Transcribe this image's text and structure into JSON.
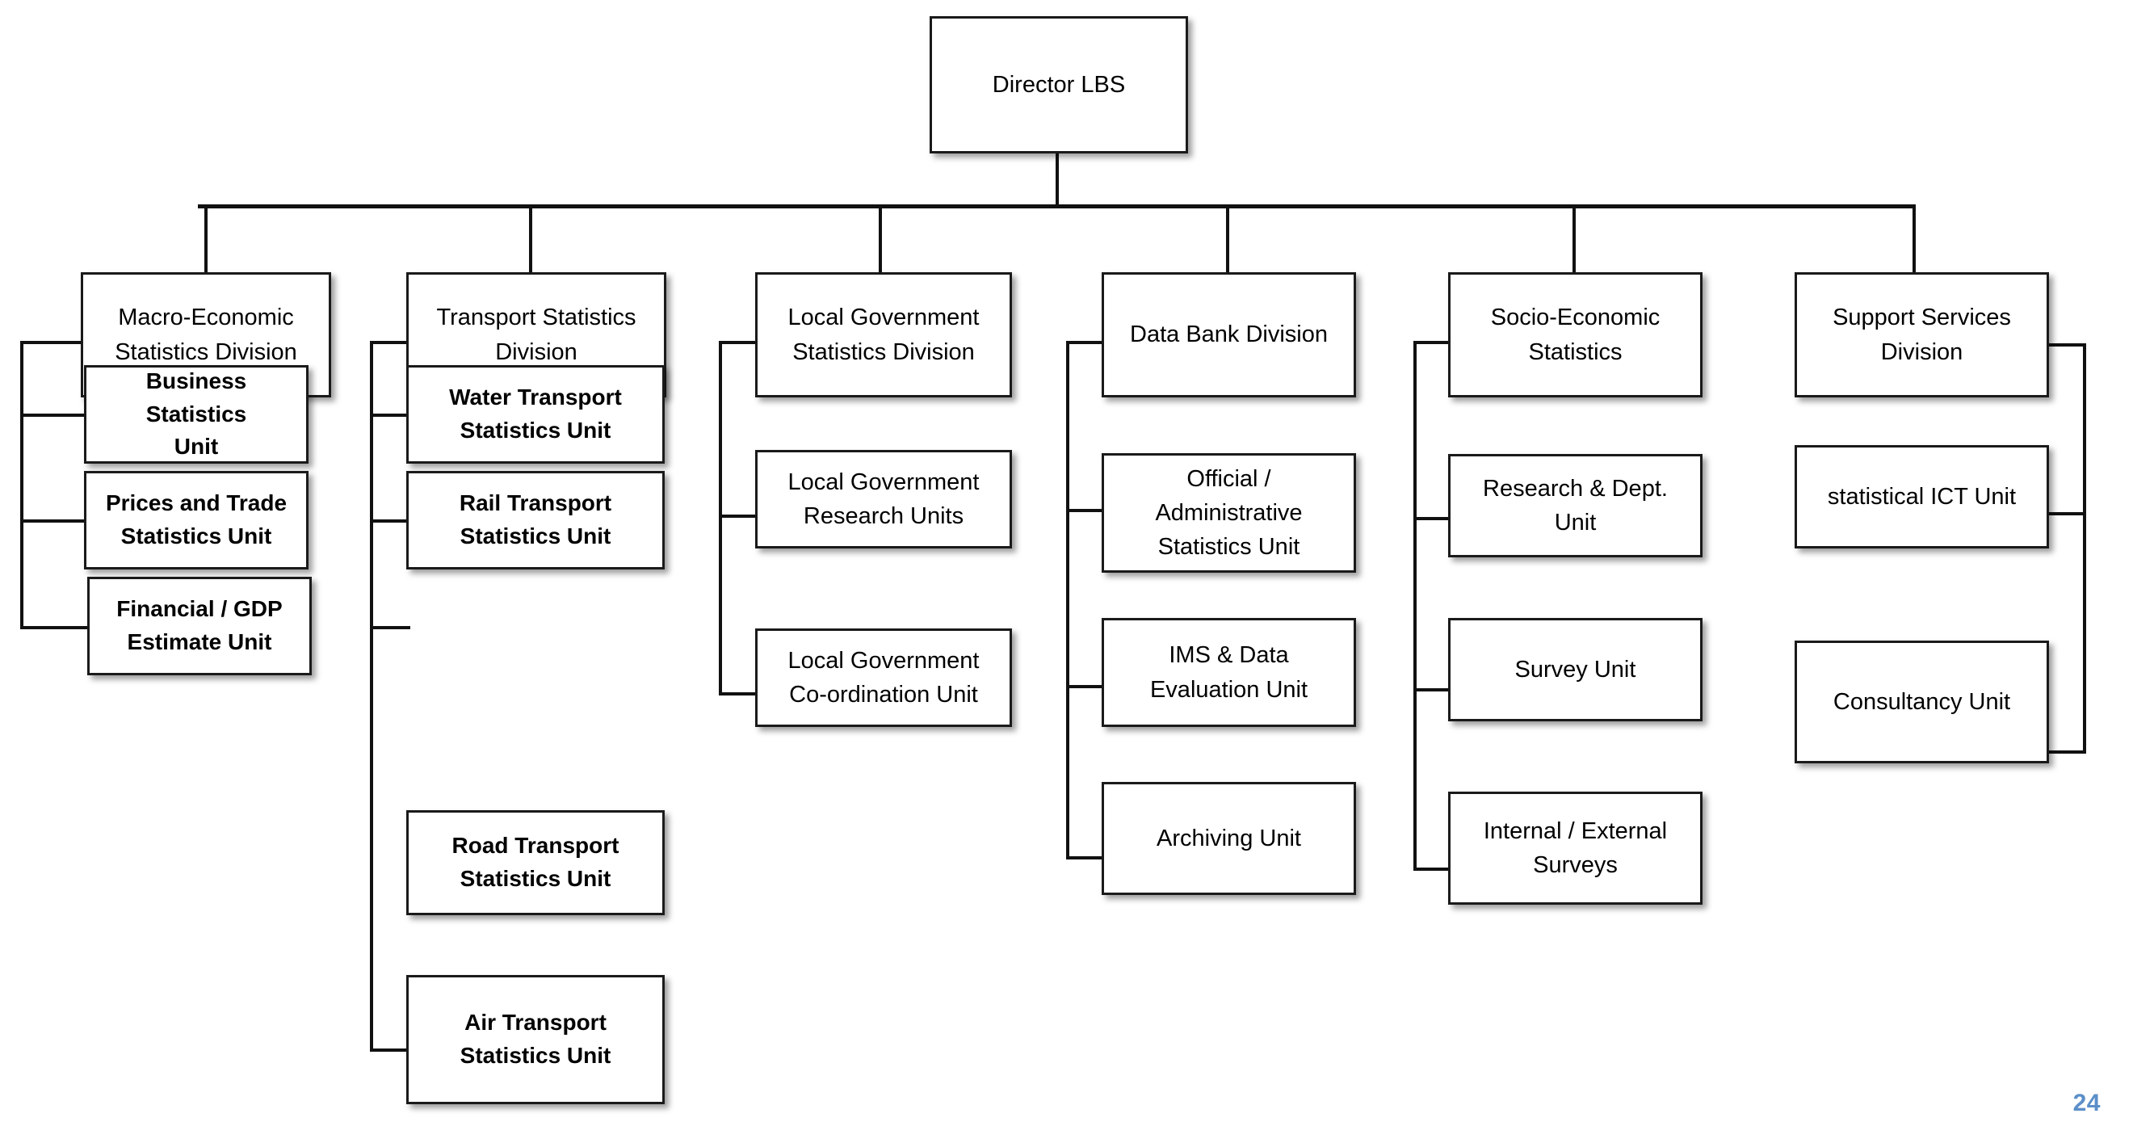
{
  "page": {
    "number": "24",
    "number_color": "#5b8fc9",
    "background": "#ffffff",
    "line_color": "#111111",
    "box_border_color": "#1a1a1a",
    "box_fill": "#ffffff"
  },
  "chart_data": {
    "type": "diagram",
    "diagram_type": "organizational-chart",
    "title": "Director LBS organisational structure",
    "orientation": "top-down",
    "levels": 2,
    "root": {
      "label": "Director LBS"
    },
    "columns": [
      {
        "division": {
          "label": "Macro-Economic\nStatistics Division"
        },
        "connector_side": "left",
        "units": [
          {
            "label": "Business Statistics\nUnit"
          },
          {
            "label": "Prices and Trade\nStatistics Unit"
          },
          {
            "label": "Financial / GDP\nEstimate Unit"
          }
        ]
      },
      {
        "division": {
          "label": "Transport Statistics\nDivision"
        },
        "connector_side": "left",
        "units": [
          {
            "label": "Water Transport\nStatistics Unit"
          },
          {
            "label": "Rail Transport\nStatistics Unit"
          },
          {
            "label": "Road Transport\nStatistics Unit"
          },
          {
            "label": "Air Transport\nStatistics Unit"
          }
        ]
      },
      {
        "division": {
          "label": "Local Government\nStatistics Division"
        },
        "connector_side": "left",
        "units": [
          {
            "label": "Local Government\nResearch Units"
          },
          {
            "label": "Local Government\nCo-ordination Unit"
          }
        ]
      },
      {
        "division": {
          "label": "Data Bank Division"
        },
        "connector_side": "left",
        "units": [
          {
            "label": "Official /\nAdministrative\nStatistics Unit"
          },
          {
            "label": "IMS & Data\nEvaluation Unit"
          },
          {
            "label": "Archiving Unit"
          }
        ]
      },
      {
        "division": {
          "label": "Socio-Economic\nStatistics"
        },
        "connector_side": "left",
        "units": [
          {
            "label": "Research & Dept.\nUnit"
          },
          {
            "label": "Survey Unit"
          },
          {
            "label": "Internal / External\nSurveys"
          }
        ]
      },
      {
        "division": {
          "label": "Support Services\nDivision"
        },
        "connector_side": "right",
        "units": [
          {
            "label": "statistical ICT Unit"
          },
          {
            "label": "Consultancy Unit"
          }
        ]
      }
    ]
  }
}
